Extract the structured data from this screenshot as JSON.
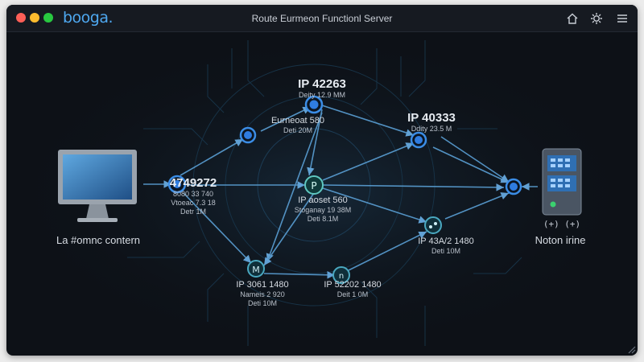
{
  "window": {
    "brand": "booga.",
    "title": "Route Eurmeon Functionl Server",
    "colors": {
      "accent": "#4ea8f0",
      "background": "#0d1117",
      "link": "#5a9fd4",
      "node": "#2f7ce0"
    }
  },
  "toolbar": {
    "icons": [
      "home-icon",
      "gear-icon",
      "menu-icon"
    ]
  },
  "source": {
    "label": "La #omnc contern"
  },
  "destination": {
    "label": "Noton irine",
    "controls": "(+)  (+)"
  },
  "nodes": [
    {
      "id": "n1",
      "ip": "IP 42263",
      "sub1": "Deity 12.9 MM",
      "sub2": ""
    },
    {
      "id": "n2",
      "ip": "Eurneoat 580",
      "sub1": "Deti 20M",
      "sub2": ""
    },
    {
      "id": "n3",
      "ip": "IP 40333",
      "sub1": "Ddity 23.5 M",
      "sub2": ""
    },
    {
      "id": "n4",
      "ip": "4749272",
      "sub1": "8080 33 740",
      "sub2": "Vtoeac 7.3 18",
      "sub3": "Detr 1M"
    },
    {
      "id": "n5",
      "ip": "IP aoset 560",
      "sub1": "Stoganay 19 38M",
      "sub2": "Deti 8.1M"
    },
    {
      "id": "n6",
      "ip": "IP 43A/2 1480",
      "sub1": "Deti 10M",
      "sub2": ""
    },
    {
      "id": "n7",
      "ip": "IP 3061 1480",
      "sub1": "Nameis 2 920",
      "sub2": "Deti 10M"
    },
    {
      "id": "n8",
      "ip": "IP 52202 1480",
      "sub1": "Deit 1 0M",
      "sub2": ""
    }
  ]
}
